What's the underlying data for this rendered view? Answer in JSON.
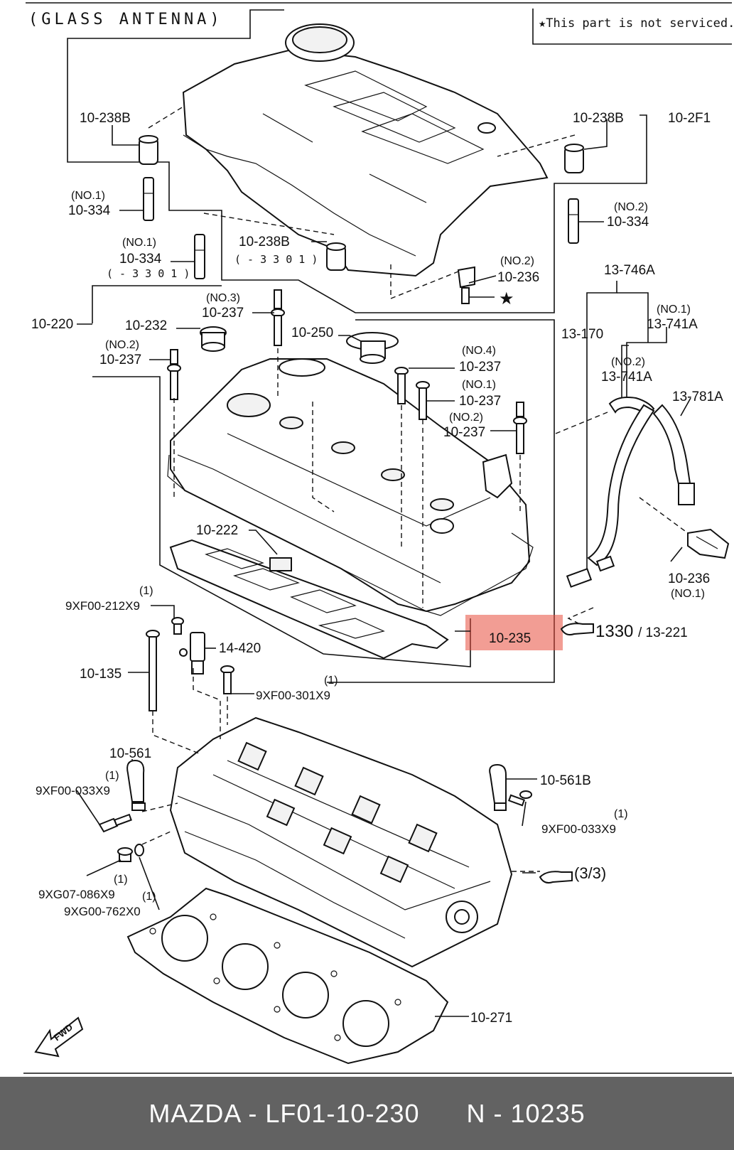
{
  "diagram": {
    "header": "(GLASS ANTENNA)",
    "note": "★This part is not serviced.",
    "star": "★",
    "highlight_color": "#e74c3c",
    "labels": {
      "p10_238b_left": "10-238B",
      "p10_238b_right": "10-238B",
      "p10_2f1": "10-2F1",
      "p10_334_no1_qual": "(NO.1)",
      "p10_334_no1": "10-334",
      "p10_334_b_qual": "(NO.1)",
      "p10_334_b": "10-334",
      "p10_334_b_sub": "( - 3 3 0 1 )",
      "p10_238b_mid": "10-238B",
      "p10_238b_mid_sub": "( - 3 3 0 1 )",
      "p10_334_no2_qual": "(NO.2)",
      "p10_334_no2": "10-334",
      "p13_746a": "13-746A",
      "p10_236_no2_qual": "(NO.2)",
      "p10_236_no2": "10-236",
      "p10_220": "10-220",
      "p10_237_no3_qual": "(NO.3)",
      "p10_237_no3": "10-237",
      "p10_232": "10-232",
      "p10_250": "10-250",
      "p10_237_no2a_qual": "(NO.2)",
      "p10_237_no2a": "10-237",
      "p13_170": "13-170",
      "p13_741a_no1_qual": "(NO.1)",
      "p13_741a_no1": "13-741A",
      "p10_237_no4_qual": "(NO.4)",
      "p10_237_no4": "10-237",
      "p13_741a_no2_qual": "(NO.2)",
      "p13_741a_no2": "13-741A",
      "p10_237_no1_qual": "(NO.1)",
      "p10_237_no1": "10-237",
      "p13_781a": "13-781A",
      "p10_237_no2b_qual": "(NO.2)",
      "p10_237_no2b": "10-237",
      "p10_222": "10-222",
      "p10_236_no1": "10-236",
      "p10_236_no1_qual": "(NO.1)",
      "p9xf00_212x9_qual": "(1)",
      "p9xf00_212x9": "9XF00-212X9",
      "p10_235": "10-235",
      "p1330": "1330",
      "p13_221": "/ 13-221",
      "p14_420": "14-420",
      "p10_135": "10-135",
      "p9xf00_301x9_qual": "(1)",
      "p9xf00_301x9": "9XF00-301X9",
      "p10_561": "10-561",
      "p10_561b": "10-561B",
      "p9xf00_033x9_left_qual": "(1)",
      "p9xf00_033x9_left": "9XF00-033X9",
      "p9xf00_033x9_right_qual": "(1)",
      "p9xf00_033x9_right": "9XF00-033X9",
      "p3_3": "(3/3)",
      "p9xg07_086x9_qual": "(1)",
      "p9xg07_086x9": "9XG07-086X9",
      "p9xg00_762x0_qual": "(1)",
      "p9xg00_762x0": "9XG00-762X0",
      "p10_271": "10-271",
      "fwd": "FWD"
    }
  },
  "caption": "MAZDA - LF01-10-230      N - 10235"
}
